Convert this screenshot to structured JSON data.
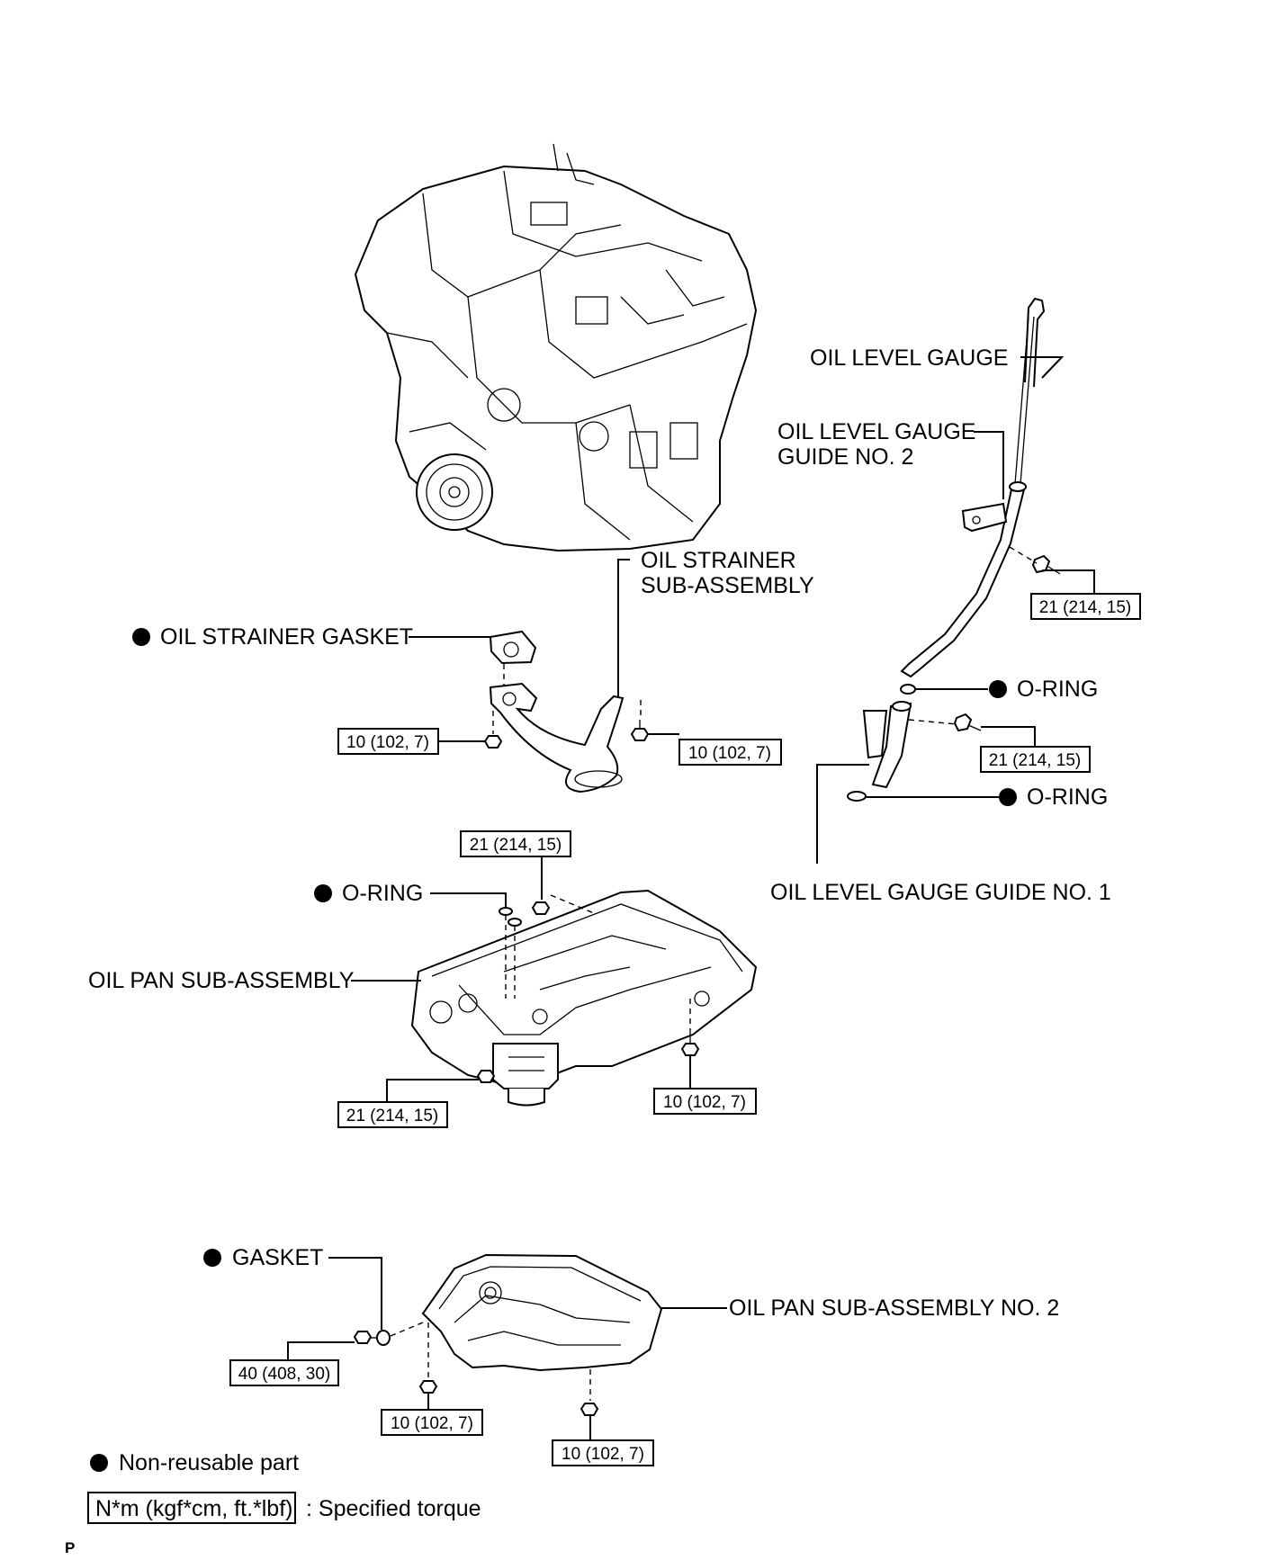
{
  "labels": {
    "oil_level_gauge": "OIL LEVEL GAUGE",
    "guide2_line1": "OIL LEVEL GAUGE",
    "guide2_line2": "GUIDE NO. 2",
    "strainer_line1": "OIL STRAINER",
    "strainer_line2": "SUB-ASSEMBLY",
    "strainer_gasket": "OIL STRAINER GASKET",
    "oring_upper": "O-RING",
    "oring_lower": "O-RING",
    "guide1": "OIL LEVEL GAUGE GUIDE NO. 1",
    "oring_pan": "O-RING",
    "oil_pan": "OIL PAN SUB-ASSEMBLY",
    "gasket": "GASKET",
    "oil_pan2": "OIL PAN SUB-ASSEMBLY NO. 2"
  },
  "torque": {
    "guide2_bolt": "21 (214, 15)",
    "guide1_bolt": "21 (214, 15)",
    "strainer_nut": "10 (102, 7)",
    "strainer_bolt": "10 (102, 7)",
    "pan_top": "21 (214, 15)",
    "pan_bottom_left": "21 (214, 15)",
    "pan_bottom_right": "10 (102, 7)",
    "drain_plug": "40 (408, 30)",
    "pan2_left": "10 (102, 7)",
    "pan2_right": "10 (102, 7)"
  },
  "legend": {
    "non_reusable": "Non-reusable part",
    "torque_unit": "N*m (kgf*cm, ft.*lbf)",
    "torque_desc": ": Specified torque"
  },
  "corner_mark": "P"
}
